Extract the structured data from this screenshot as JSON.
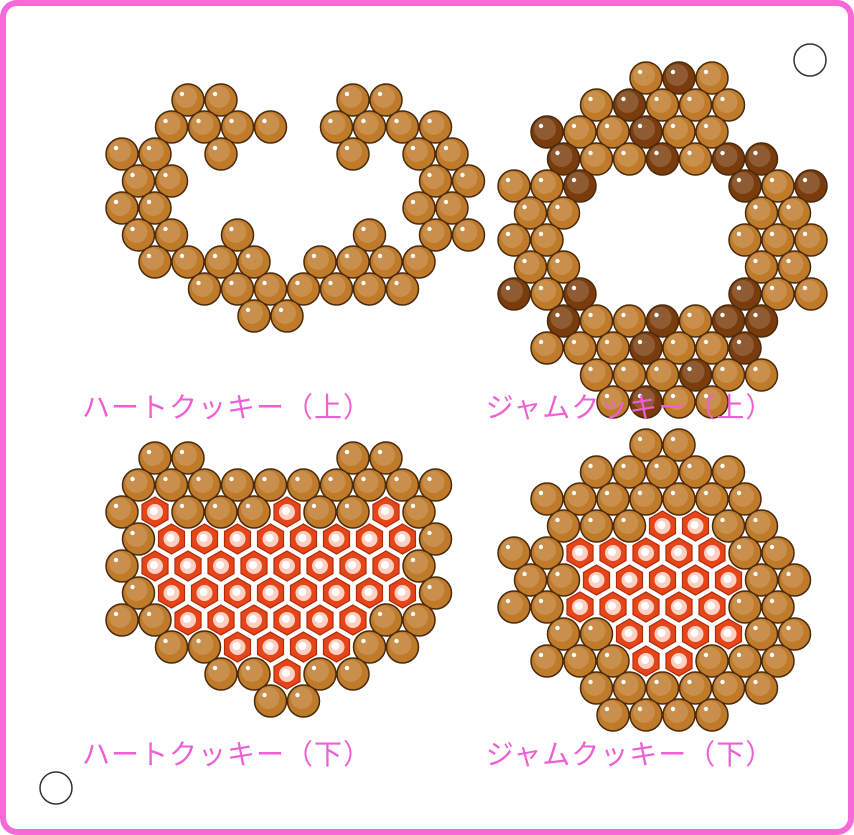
{
  "colors": {
    "frame": "#f56ad8",
    "caption": "#ee5fd4",
    "cookie_bead": "#bf7a2a",
    "jam_bead": "#7a3c0c",
    "filling_bead": "#e4461a",
    "bead_outline": "#4a2a0c"
  },
  "panels": [
    {
      "id": "heart-top",
      "caption": "ハートクッキー（上）",
      "rows": [
        {
          "cells": "..LL...LL..",
          "shift": 0
        },
        {
          "cells": ".LLLL.LLLL.",
          "shift": 1
        },
        {
          "cells": "LL.L...L.LL",
          "shift": 0
        },
        {
          "cells": "LL.......LL",
          "shift": 1
        },
        {
          "cells": "LL.......LL",
          "shift": 0
        },
        {
          "cells": "LL.L...L.LL",
          "shift": 1
        },
        {
          "cells": ".LLLL.LLLL.",
          "shift": 0
        },
        {
          "cells": "..LLLLLLL..",
          "shift": 1
        },
        {
          "cells": "....LL.....",
          "shift": 0
        }
      ]
    },
    {
      "id": "jam-top",
      "caption": "ジャムクッキー（上）",
      "rows": [
        {
          "cells": "....LDL....",
          "shift": 0
        },
        {
          "cells": "..LDLLL....",
          "shift": 1
        },
        {
          "cells": ".DLLDLL....",
          "shift": 0
        },
        {
          "cells": ".DLLDLDD...",
          "shift": 1
        },
        {
          "cells": "LLD....DLD.",
          "shift": 0
        },
        {
          "cells": "LL.....LL..",
          "shift": 1
        },
        {
          "cells": "LL.....LLL.",
          "shift": 0
        },
        {
          "cells": "LL.....LL..",
          "shift": 1
        },
        {
          "cells": "DLD....DLL.",
          "shift": 0
        },
        {
          "cells": ".DLLDLDD...",
          "shift": 1
        },
        {
          "cells": ".LLLDLLD...",
          "shift": 0
        },
        {
          "cells": "..LLLDLL...",
          "shift": 1
        },
        {
          "cells": "...LDLL....",
          "shift": 0
        }
      ]
    },
    {
      "id": "heart-bottom",
      "caption": "ハートクッキー（下）",
      "rows": [
        {
          "cells": ".LL....LL..",
          "shift": 0
        },
        {
          "cells": "LLLLLLLLLL.",
          "shift": 1
        },
        {
          "cells": "LJLLLJLLJL.",
          "shift": 0
        },
        {
          "cells": "LJJJJJJJJL.",
          "shift": 1
        },
        {
          "cells": "LJJJJJJJJL.",
          "shift": 0
        },
        {
          "cells": "LJJJJJJJJL.",
          "shift": 1
        },
        {
          "cells": "LLJJJJJJLL.",
          "shift": 0
        },
        {
          "cells": ".LLJJJJLL..",
          "shift": 1
        },
        {
          "cells": "...LLJLL...",
          "shift": 0
        },
        {
          "cells": "....LL.....",
          "shift": 1
        }
      ]
    },
    {
      "id": "jam-bottom",
      "caption": "ジャムクッキー（下）",
      "rows": [
        {
          "cells": "....LL.....",
          "shift": 0
        },
        {
          "cells": "..LLLLL....",
          "shift": 1
        },
        {
          "cells": ".LLLLLLL...",
          "shift": 0
        },
        {
          "cells": ".LLLJJLL...",
          "shift": 1
        },
        {
          "cells": "LLJJJJJLL..",
          "shift": 0
        },
        {
          "cells": "LLJJJJJLL..",
          "shift": 1
        },
        {
          "cells": "LLJJJJJLL..",
          "shift": 0
        },
        {
          "cells": ".LLJJJJLL..",
          "shift": 1
        },
        {
          "cells": ".LLLJJLLL..",
          "shift": 0
        },
        {
          "cells": "..LLLLLL...",
          "shift": 1
        },
        {
          "cells": "...LLLL....",
          "shift": 0
        }
      ]
    }
  ]
}
